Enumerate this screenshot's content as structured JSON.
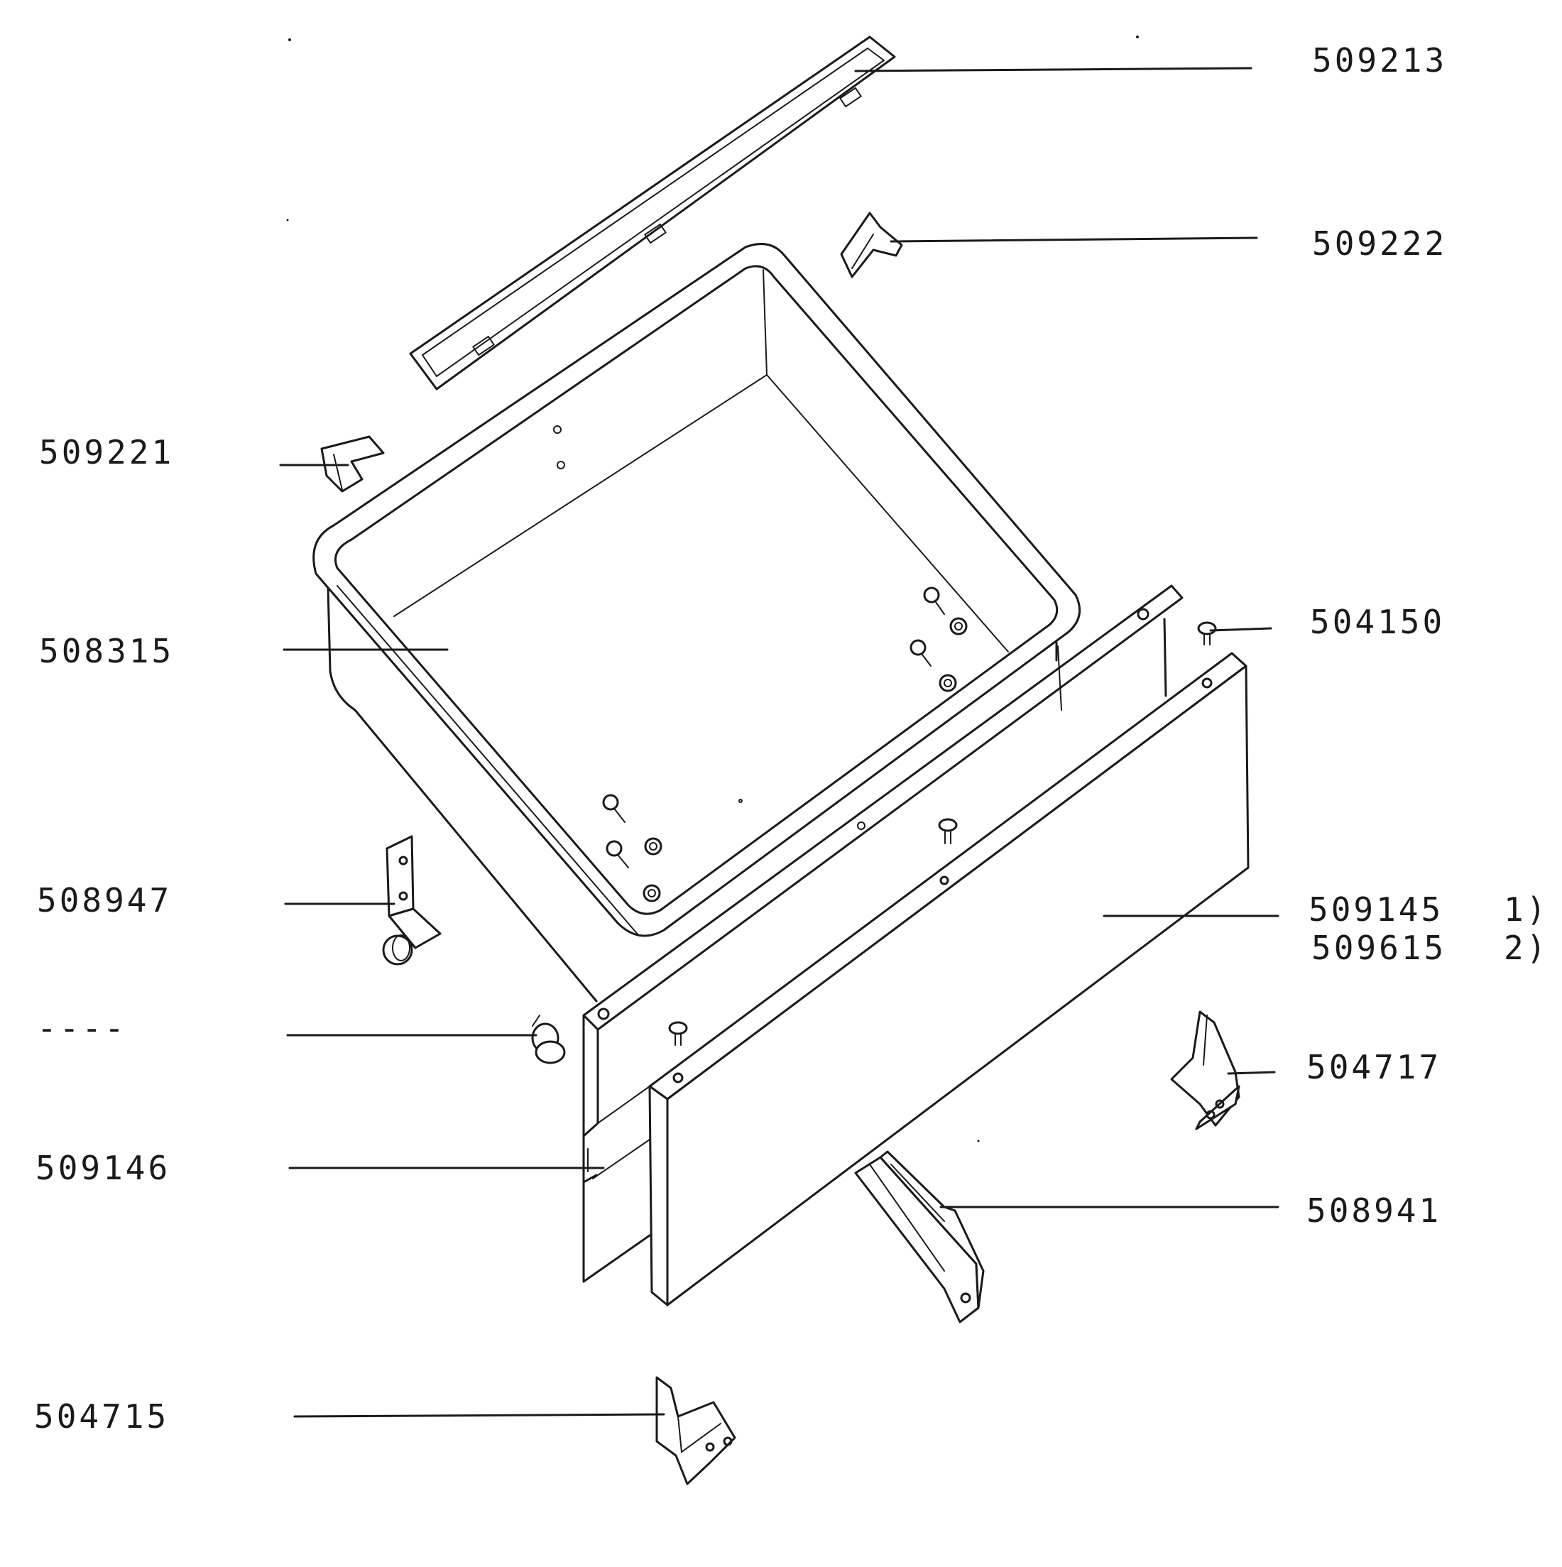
{
  "labels": {
    "p509213": "509213",
    "p509222": "509222",
    "p509221": "509221",
    "p508315": "508315",
    "p504150": "504150",
    "p508947": "508947",
    "p509145": "509145",
    "p509145_note": "1)",
    "p509615": "509615",
    "p509615_note": "2)",
    "p_blank": "----",
    "p504717": "504717",
    "p509146": "509146",
    "p508941": "508941",
    "p504715": "504715"
  }
}
